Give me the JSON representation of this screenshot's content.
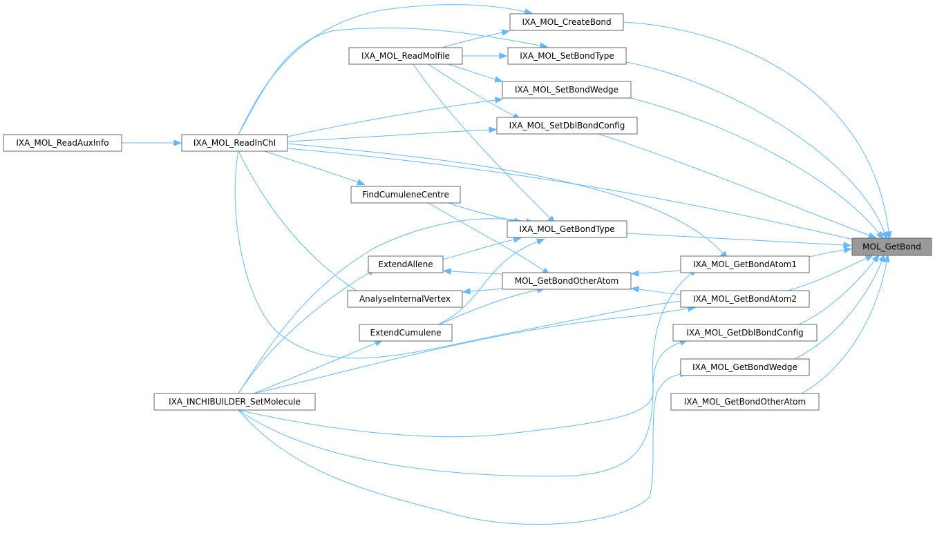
{
  "graph": {
    "colors": {
      "edge": "#63b8ff",
      "node_border": "#666666",
      "node_fill": "#ffffff",
      "root_fill": "#999999"
    },
    "nodes": [
      {
        "id": "mol_getbond",
        "label": "MOL_GetBond",
        "root": true
      },
      {
        "id": "createbond",
        "label": "IXA_MOL_CreateBond"
      },
      {
        "id": "setbondtype",
        "label": "IXA_MOL_SetBondType"
      },
      {
        "id": "readmolfile",
        "label": "IXA_MOL_ReadMolfile"
      },
      {
        "id": "setbondwedge",
        "label": "IXA_MOL_SetBondWedge"
      },
      {
        "id": "setdblbondconfig",
        "label": "IXA_MOL_SetDblBondConfig"
      },
      {
        "id": "readauxinfo",
        "label": "IXA_MOL_ReadAuxInfo"
      },
      {
        "id": "readinchi",
        "label": "IXA_MOL_ReadInChI"
      },
      {
        "id": "findcumulenecentre",
        "label": "FindCumuleneCentre"
      },
      {
        "id": "getbondtype",
        "label": "IXA_MOL_GetBondType"
      },
      {
        "id": "extendallene",
        "label": "ExtendAllene"
      },
      {
        "id": "getbondotheratom",
        "label": "MOL_GetBondOtherAtom"
      },
      {
        "id": "analyseinternalvertex",
        "label": "AnalyseInternalVertex"
      },
      {
        "id": "extendcumulene",
        "label": "ExtendCumulene"
      },
      {
        "id": "getbondatom1",
        "label": "IXA_MOL_GetBondAtom1"
      },
      {
        "id": "getbondatom2",
        "label": "IXA_MOL_GetBondAtom2"
      },
      {
        "id": "getdblbondconfig",
        "label": "IXA_MOL_GetDblBondConfig"
      },
      {
        "id": "getbondwedge",
        "label": "IXA_MOL_GetBondWedge"
      },
      {
        "id": "ixa_getbondotheratom",
        "label": "IXA_MOL_GetBondOtherAtom"
      },
      {
        "id": "setmolecule",
        "label": "IXA_INCHIBUILDER_SetMolecule"
      }
    ],
    "edges": [
      {
        "from": "createbond",
        "to": "mol_getbond"
      },
      {
        "from": "setbondtype",
        "to": "mol_getbond"
      },
      {
        "from": "setbondwedge",
        "to": "mol_getbond"
      },
      {
        "from": "setdblbondconfig",
        "to": "mol_getbond"
      },
      {
        "from": "readinchi",
        "to": "mol_getbond"
      },
      {
        "from": "getbondtype",
        "to": "mol_getbond"
      },
      {
        "from": "getbondatom1",
        "to": "mol_getbond"
      },
      {
        "from": "getbondatom2",
        "to": "mol_getbond"
      },
      {
        "from": "getdblbondconfig",
        "to": "mol_getbond"
      },
      {
        "from": "getbondwedge",
        "to": "mol_getbond"
      },
      {
        "from": "ixa_getbondotheratom",
        "to": "mol_getbond"
      },
      {
        "from": "readmolfile",
        "to": "createbond"
      },
      {
        "from": "readmolfile",
        "to": "setbondtype"
      },
      {
        "from": "readmolfile",
        "to": "setbondwedge"
      },
      {
        "from": "readmolfile",
        "to": "setdblbondconfig"
      },
      {
        "from": "readmolfile",
        "to": "getbondtype"
      },
      {
        "from": "readinchi",
        "to": "createbond"
      },
      {
        "from": "readinchi",
        "to": "setbondtype"
      },
      {
        "from": "readinchi",
        "to": "setbondwedge"
      },
      {
        "from": "readinchi",
        "to": "setdblbondconfig"
      },
      {
        "from": "readinchi",
        "to": "findcumulenecentre"
      },
      {
        "from": "readinchi",
        "to": "analyseinternalvertex"
      },
      {
        "from": "readinchi",
        "to": "getbondatom1"
      },
      {
        "from": "readauxinfo",
        "to": "readinchi"
      },
      {
        "from": "findcumulenecentre",
        "to": "getbondtype"
      },
      {
        "from": "findcumulenecentre",
        "to": "getbondotheratom"
      },
      {
        "from": "extendallene",
        "to": "getbondtype"
      },
      {
        "from": "extendcumulene",
        "to": "getbondtype"
      },
      {
        "from": "getbondotheratom",
        "to": "extendallene"
      },
      {
        "from": "getbondotheratom",
        "to": "analyseinternalvertex"
      },
      {
        "from": "extendcumulene",
        "to": "getbondotheratom"
      },
      {
        "from": "getbondatom1",
        "to": "getbondotheratom"
      },
      {
        "from": "getbondatom2",
        "to": "getbondotheratom"
      },
      {
        "from": "setmolecule",
        "to": "getbondtype"
      },
      {
        "from": "setmolecule",
        "to": "extendallene"
      },
      {
        "from": "setmolecule",
        "to": "extendcumulene"
      },
      {
        "from": "setmolecule",
        "to": "getbondatom1"
      },
      {
        "from": "setmolecule",
        "to": "getbondatom2"
      },
      {
        "from": "setmolecule",
        "to": "getdblbondconfig"
      },
      {
        "from": "setmolecule",
        "to": "getbondwedge"
      },
      {
        "from": "readinchi",
        "to": "getbondatom2"
      }
    ]
  }
}
